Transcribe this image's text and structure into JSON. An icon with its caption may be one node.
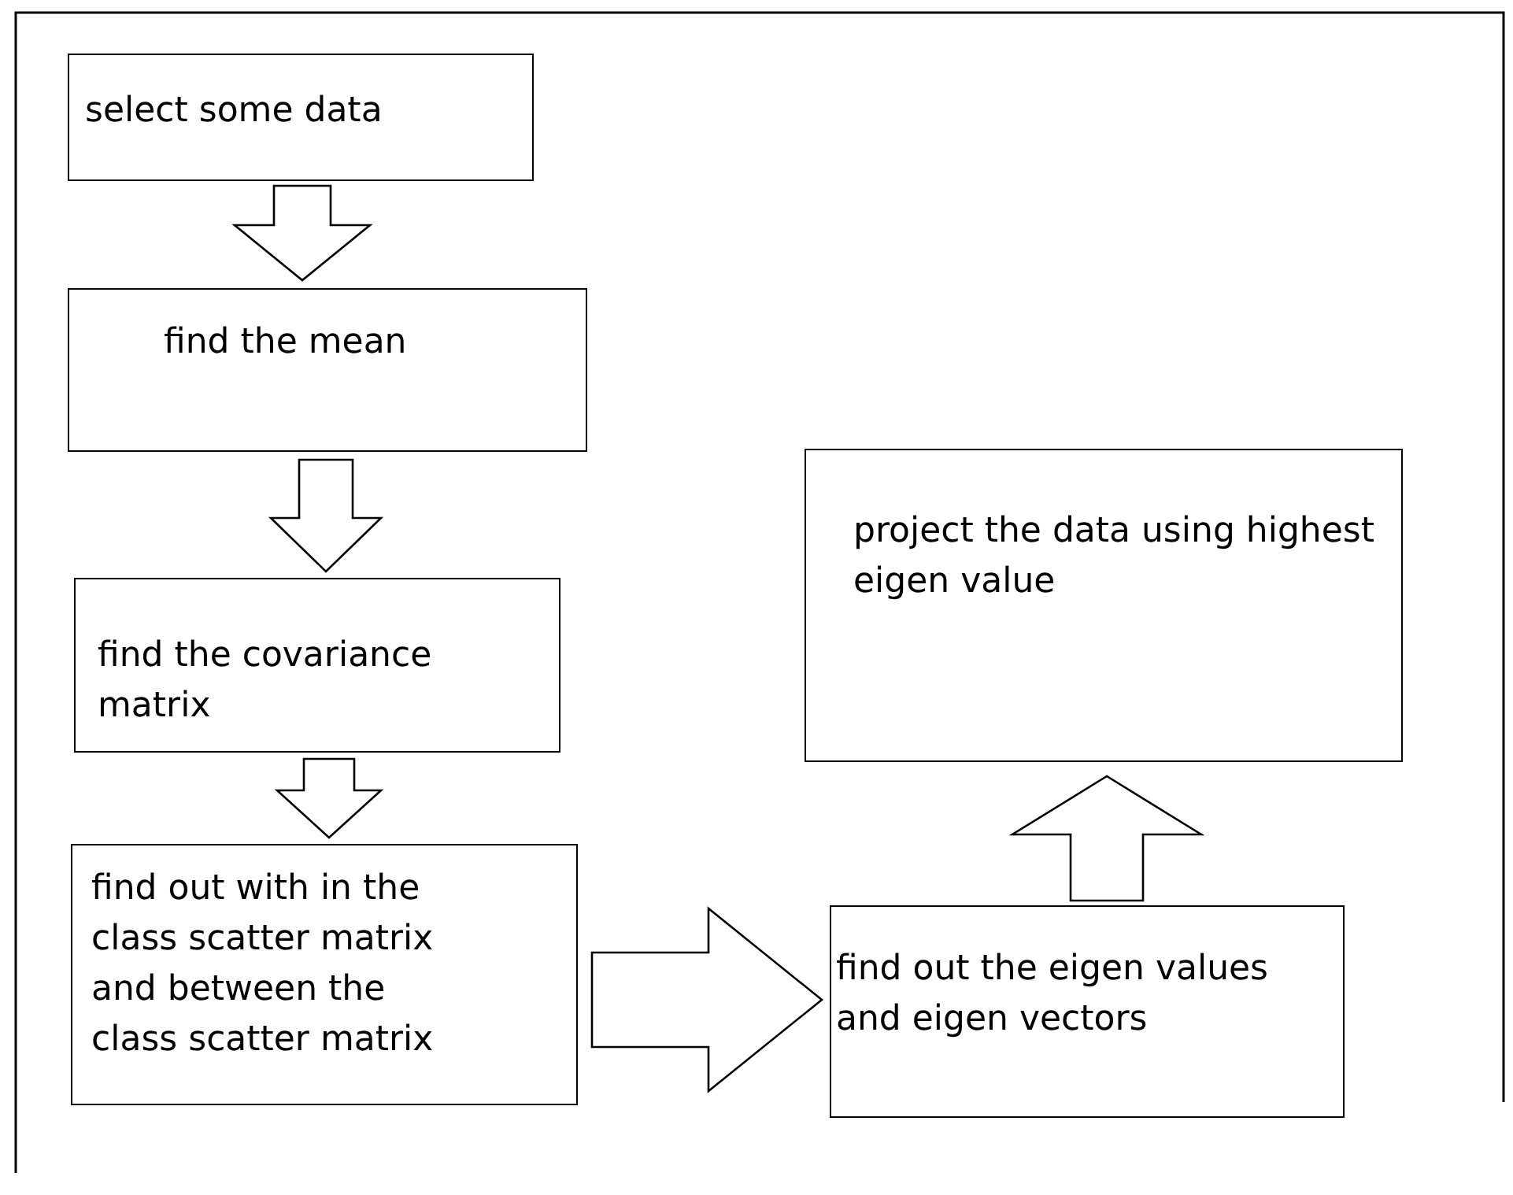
{
  "diagram": {
    "nodes": [
      {
        "text": [
          "select some data"
        ]
      },
      {
        "text": [
          "find the mean"
        ]
      },
      {
        "text": [
          "find the covariance matrix"
        ]
      },
      {
        "text": [
          "find out with in the class scatter matrix and between the class scatter matrix"
        ]
      },
      {
        "text": [
          "find out the eigen values and eigen vectors"
        ]
      },
      {
        "text": [
          "project the data using highest eigen value"
        ]
      }
    ],
    "edges": [
      {
        "from": 0,
        "to": 1,
        "arrow": "to"
      },
      {
        "from": 1,
        "to": 2,
        "arrow": "to"
      },
      {
        "from": 2,
        "to": 3,
        "arrow": "to"
      },
      {
        "from": 3,
        "to": 4,
        "arrow": "to"
      },
      {
        "from": 4,
        "to": 5,
        "arrow": "to"
      }
    ]
  }
}
